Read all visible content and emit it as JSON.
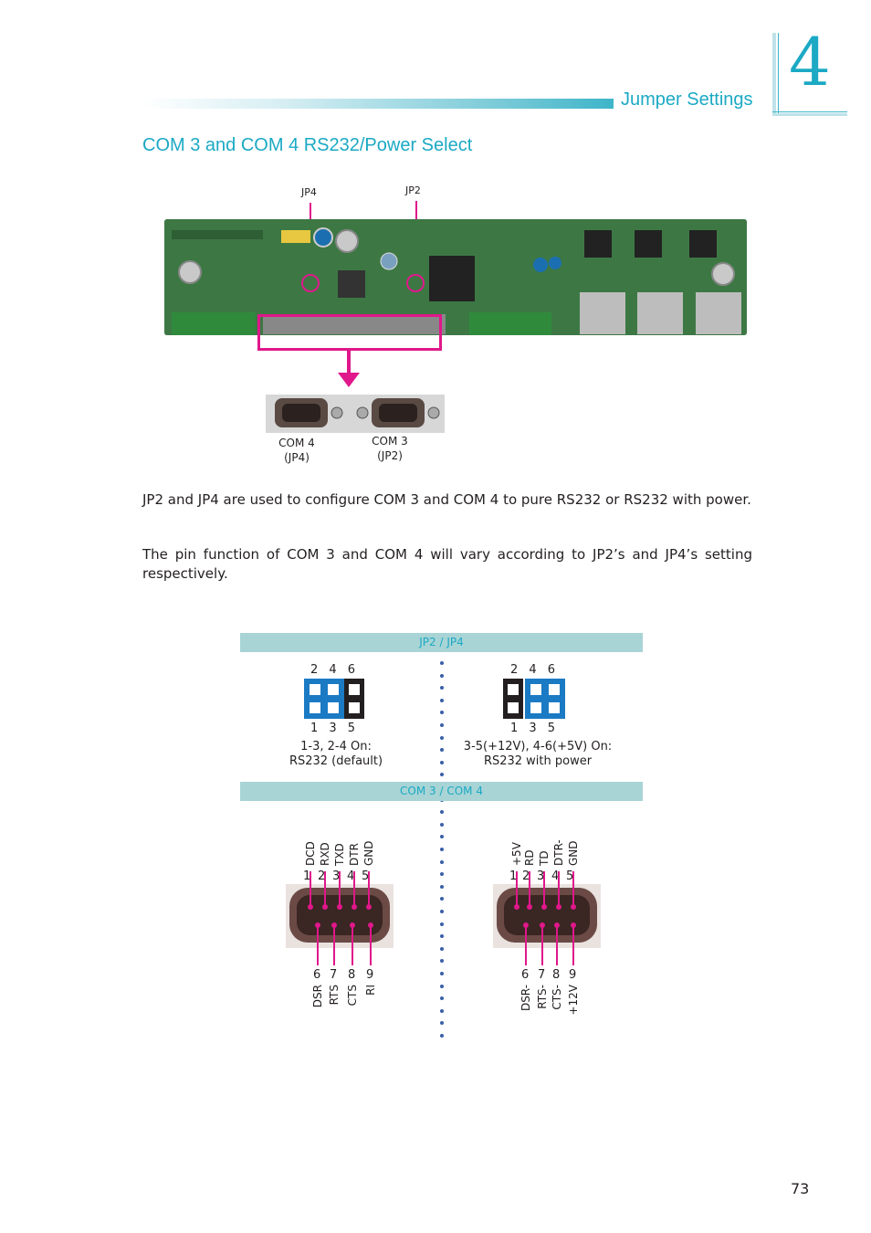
{
  "header": {
    "section": "Jumper Settings",
    "chapter": "4"
  },
  "title": "COM 3 and COM 4 RS232/Power Select",
  "figure": {
    "jp4_label": "JP4",
    "jp2_label": "JP2",
    "com4_line1": "COM 4",
    "com4_line2": "(JP4)",
    "com3_line1": "COM 3",
    "com3_line2": "(JP2)"
  },
  "paragraphs": [
    "JP2 and JP4 are used to configure COM 3 and COM 4 to pure RS232 or RS232 with power.",
    "The pin function of COM 3 and COM 4 will vary according to JP2’s and JP4’s setting respectively."
  ],
  "table": {
    "header1": "JP2 / JP4",
    "header2": "COM 3 / COM 4",
    "left": {
      "top_pins": "2 4 6",
      "bottom_pins": "1 3 5",
      "caption1": "1-3, 2-4 On:",
      "caption2": "RS232 (default)",
      "top_signals": [
        "DCD",
        "RXD",
        "TXD",
        "DTR",
        "GND"
      ],
      "top_numbers": [
        "1",
        "2",
        "3",
        "4",
        "5"
      ],
      "bottom_numbers": [
        "6",
        "7",
        "8",
        "9"
      ],
      "bottom_signals": [
        "DSR",
        "RTS",
        "CTS",
        "RI"
      ]
    },
    "right": {
      "top_pins": "2 4 6",
      "bottom_pins": "1 3 5",
      "caption1": "3-5(+12V), 4-6(+5V) On:",
      "caption2": "RS232 with power",
      "top_signals": [
        "+5V",
        "RD",
        "TD",
        "DTR-",
        "GND"
      ],
      "top_numbers": [
        "1",
        "2",
        "3",
        "4",
        "5"
      ],
      "bottom_numbers": [
        "6",
        "7",
        "8",
        "9"
      ],
      "bottom_signals": [
        "DSR-",
        "RTS-",
        "CTS-",
        "+12V"
      ]
    }
  },
  "page_number": "73"
}
